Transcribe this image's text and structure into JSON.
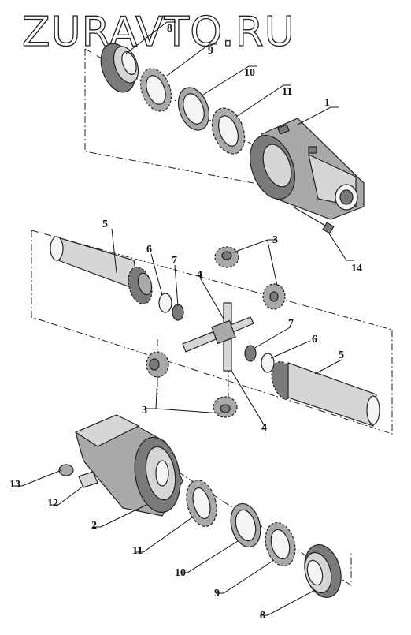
{
  "watermark": "ZURAVTO.RU",
  "labels": {
    "top_8": "8",
    "top_9": "9",
    "top_10": "10",
    "top_11": "11",
    "top_1": "1",
    "bolt_14": "14",
    "left_5": "5",
    "left_6": "6",
    "left_7": "7",
    "pin_4_top": "4",
    "gear_3_top": "3",
    "right_7": "7",
    "right_6": "6",
    "right_5": "5",
    "gear_3_bottom": "3",
    "pin_4_bottom": "4",
    "nut_13": "13",
    "washer_12": "12",
    "case_2": "2",
    "bot_11": "11",
    "bot_10": "10",
    "bot_9": "9",
    "bot_8": "8"
  }
}
